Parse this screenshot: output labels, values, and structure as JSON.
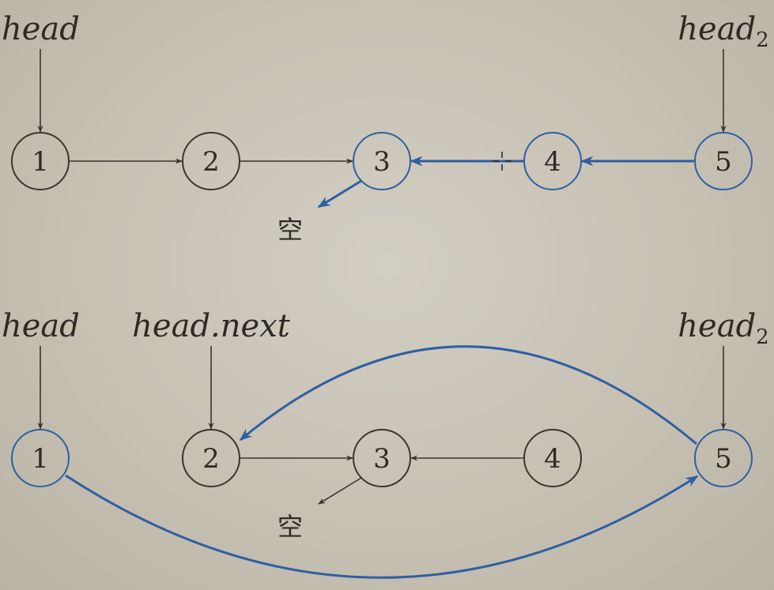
{
  "colors": {
    "default": "#3a3530",
    "highlight": "#2f5fa3"
  },
  "diagrams": [
    {
      "nodes": [
        {
          "label": "1",
          "highlight": false
        },
        {
          "label": "2",
          "highlight": false
        },
        {
          "label": "3",
          "highlight": true
        },
        {
          "label": "4",
          "highlight": true
        },
        {
          "label": "5",
          "highlight": true
        }
      ],
      "pointers": [
        {
          "text": "head",
          "sub": "",
          "target": 0
        },
        {
          "text": "head",
          "sub": "2",
          "target": 4
        }
      ],
      "edges": [
        {
          "from": 0,
          "to": 1,
          "highlight": false
        },
        {
          "from": 1,
          "to": 2,
          "highlight": false
        },
        {
          "from": 3,
          "to": 2,
          "highlight": true
        },
        {
          "from": 4,
          "to": 3,
          "highlight": true
        }
      ],
      "null_link": {
        "from": 2,
        "label": "空",
        "highlight": true
      },
      "curves": []
    },
    {
      "nodes": [
        {
          "label": "1",
          "highlight": true
        },
        {
          "label": "2",
          "highlight": false
        },
        {
          "label": "3",
          "highlight": false
        },
        {
          "label": "4",
          "highlight": false
        },
        {
          "label": "5",
          "highlight": true
        }
      ],
      "pointers": [
        {
          "text": "head",
          "sub": "",
          "target": 0
        },
        {
          "text": "head.next",
          "sub": "",
          "target": 1
        },
        {
          "text": "head",
          "sub": "2",
          "target": 4
        }
      ],
      "edges": [
        {
          "from": 1,
          "to": 2,
          "highlight": false
        },
        {
          "from": 3,
          "to": 2,
          "highlight": false
        }
      ],
      "null_link": {
        "from": 2,
        "label": "空",
        "highlight": false
      },
      "curves": [
        {
          "from": 4,
          "to": 1,
          "side": "above",
          "highlight": true
        },
        {
          "from": 0,
          "to": 4,
          "side": "below",
          "highlight": true
        }
      ]
    }
  ]
}
